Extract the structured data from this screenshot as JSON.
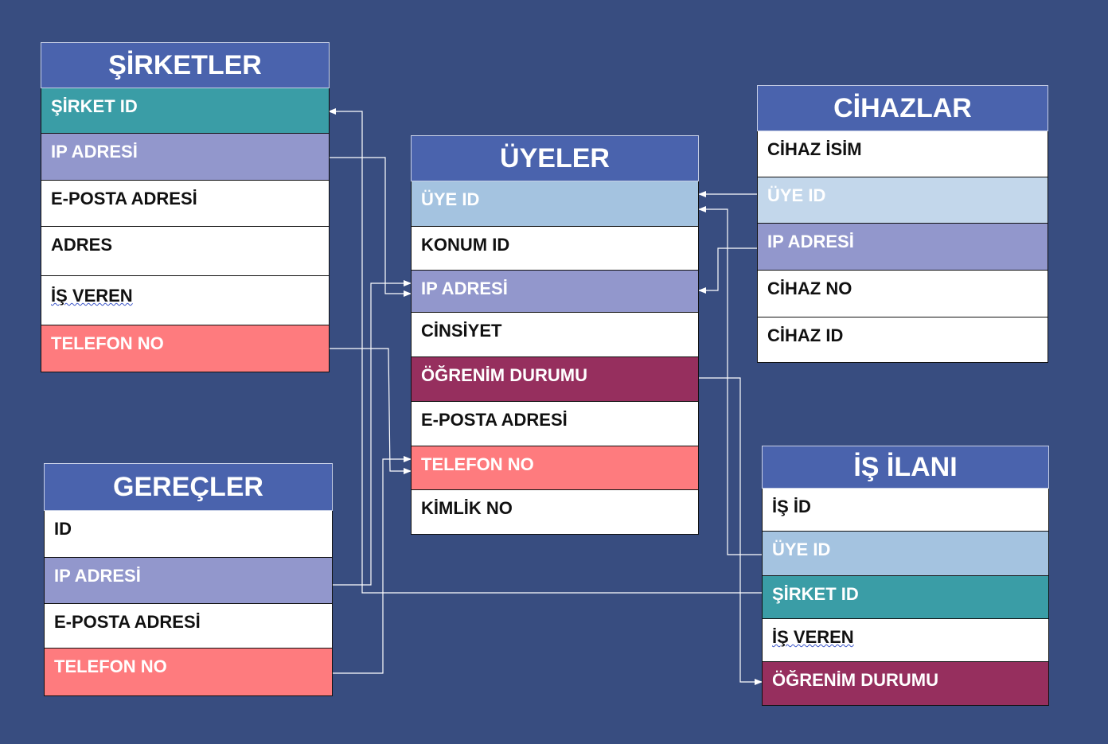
{
  "colors": {
    "background": "#384d80",
    "header": "#4a63ad",
    "teal": "#3a9da6",
    "lavender": "#9297cc",
    "pink": "#fe7b7e",
    "plum": "#962f5e",
    "light_blue": "#a4c3e0",
    "pale_blue": "#c3d7eb",
    "white": "#ffffff",
    "connector": "#ffffff"
  },
  "tables": {
    "sirketler": {
      "title": "ŞİRKETLER",
      "fields": [
        {
          "label": "ŞİRKET ID",
          "color": "teal"
        },
        {
          "label": "IP ADRESİ",
          "color": "lavender"
        },
        {
          "label": "E-POSTA ADRESİ",
          "color": "white"
        },
        {
          "label": "ADRES",
          "color": "white"
        },
        {
          "label": "İŞ VEREN",
          "color": "white"
        },
        {
          "label": "TELEFON NO",
          "color": "pink"
        }
      ]
    },
    "gerecler": {
      "title": "GEREÇLER",
      "fields": [
        {
          "label": "ID",
          "color": "white"
        },
        {
          "label": "IP ADRESİ",
          "color": "lavender"
        },
        {
          "label": "E-POSTA ADRESİ",
          "color": "white"
        },
        {
          "label": "TELEFON NO",
          "color": "pink"
        }
      ]
    },
    "uyeler": {
      "title": "ÜYELER",
      "fields": [
        {
          "label": "ÜYE ID",
          "color": "light_blue"
        },
        {
          "label": "KONUM ID",
          "color": "white"
        },
        {
          "label": "IP ADRESİ",
          "color": "lavender"
        },
        {
          "label": "CİNSİYET",
          "color": "white"
        },
        {
          "label": "ÖĞRENİM DURUMU",
          "color": "plum"
        },
        {
          "label": "E-POSTA ADRESİ",
          "color": "white"
        },
        {
          "label": "TELEFON NO",
          "color": "pink"
        },
        {
          "label": "KİMLİK NO",
          "color": "white"
        }
      ]
    },
    "cihazlar": {
      "title": "CİHAZLAR",
      "fields": [
        {
          "label": "CİHAZ İSİM",
          "color": "white"
        },
        {
          "label": "ÜYE ID",
          "color": "pale_blue"
        },
        {
          "label": "IP ADRESİ",
          "color": "lavender"
        },
        {
          "label": "CİHAZ NO",
          "color": "white"
        },
        {
          "label": "CİHAZ ID",
          "color": "white"
        }
      ]
    },
    "is_ilani": {
      "title": "İŞ İLANI",
      "fields": [
        {
          "label": "İŞ İD",
          "color": "white"
        },
        {
          "label": "ÜYE ID",
          "color": "light_blue"
        },
        {
          "label": "ŞİRKET ID",
          "color": "teal"
        },
        {
          "label": "İŞ VEREN",
          "color": "white"
        },
        {
          "label": "ÖĞRENİM DURUMU",
          "color": "plum"
        }
      ]
    }
  }
}
